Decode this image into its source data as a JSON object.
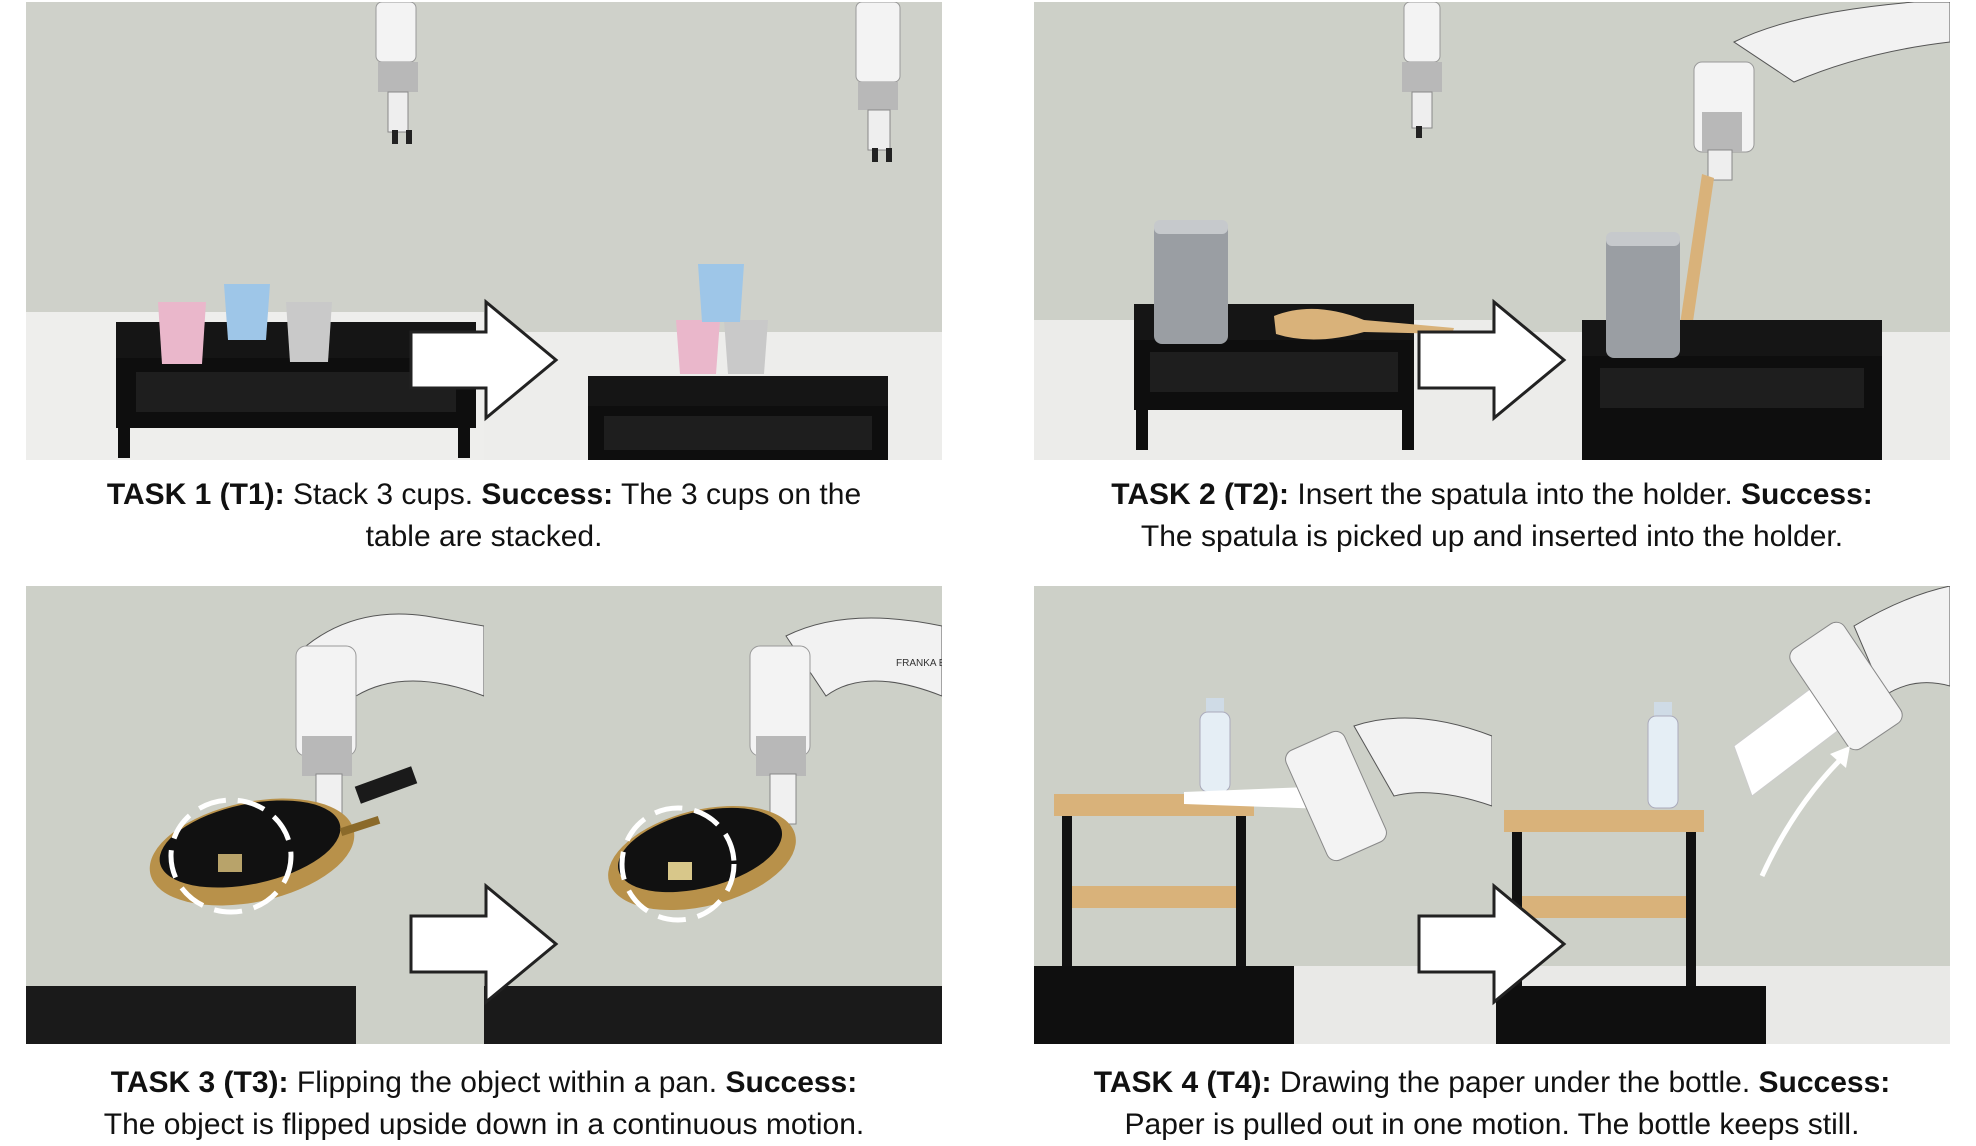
{
  "tasks": [
    {
      "title": "TASK 1 (T1):",
      "description": "Stack 3 cups.",
      "success_label": "Success:",
      "success_line1": "The 3 cups on the",
      "success_line2": "table are stacked."
    },
    {
      "title": "TASK 2 (T2):",
      "description": "Insert the spatula into the holder.",
      "success_label": "Success:",
      "success_line1": "",
      "success_line2": "The spatula is picked up and inserted into the holder."
    },
    {
      "title": "TASK 3 (T3):",
      "description": "Flipping the object within a pan.",
      "success_label": "Success:",
      "success_line1": "",
      "success_line2": "The object is flipped upside down in a continuous motion."
    },
    {
      "title": "TASK 4 (T4):",
      "description": "Drawing the paper under the bottle.",
      "success_label": "Success:",
      "success_line1": "",
      "success_line2": "Paper is pulled out in one motion. The bottle keeps still."
    }
  ],
  "robot_brand_text": "FRANKA EMIKA",
  "colors": {
    "wall": "#c9ccc4",
    "table_black": "#121212",
    "cup_pink": "#eab7cb",
    "cup_blue": "#9ec6e8",
    "cup_gray": "#c9c9c9",
    "wood": "#d9b27a",
    "steel": "#9a9ea3"
  }
}
